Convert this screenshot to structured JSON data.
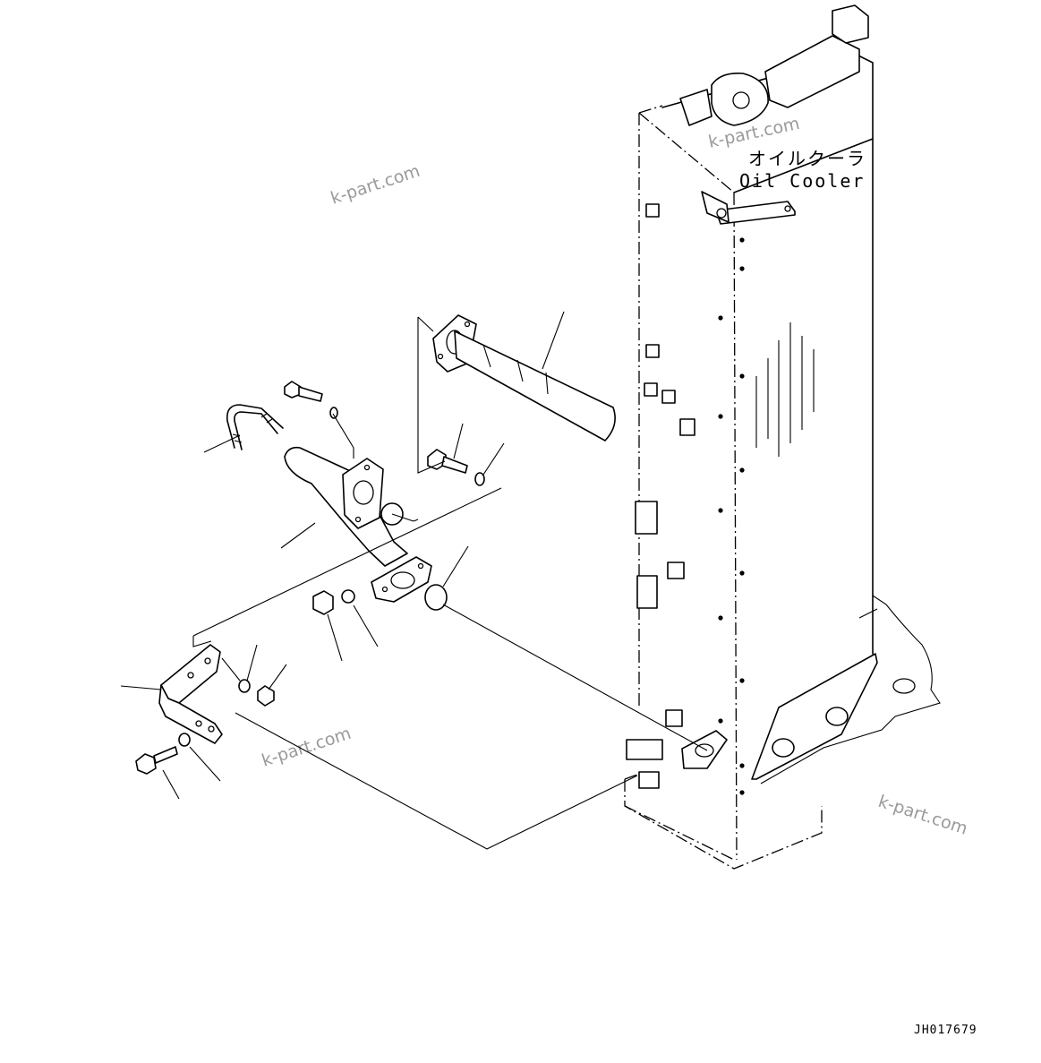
{
  "diagram": {
    "component_label_jp": "オイルクーラ",
    "component_label_en": "Oil Cooler",
    "drawing_code": "JH017679",
    "watermarks": [
      "k-part.com",
      "k-part.com",
      "k-part.com",
      "k-part.com"
    ],
    "colors": {
      "line": "#000000",
      "background": "#ffffff",
      "watermark": "#9a9a9a"
    }
  }
}
